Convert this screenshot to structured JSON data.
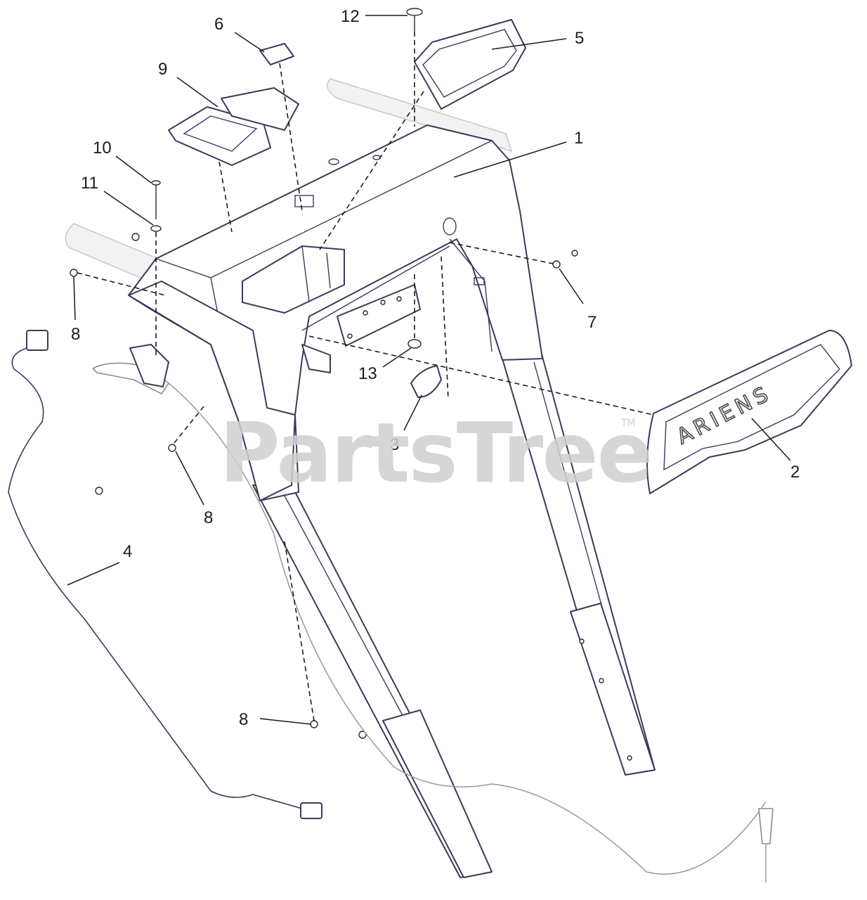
{
  "watermark": {
    "text": "PartsTree",
    "trademark": "TM"
  },
  "brand_decal_text": "ARIENS",
  "callouts": [
    {
      "id": "c12",
      "label": "12"
    },
    {
      "id": "c6",
      "label": "6"
    },
    {
      "id": "c5",
      "label": "5"
    },
    {
      "id": "c9",
      "label": "9"
    },
    {
      "id": "c1",
      "label": "1"
    },
    {
      "id": "c10",
      "label": "10"
    },
    {
      "id": "c11",
      "label": "11"
    },
    {
      "id": "c8a",
      "label": "8"
    },
    {
      "id": "c7",
      "label": "7"
    },
    {
      "id": "c13",
      "label": "13"
    },
    {
      "id": "c3",
      "label": "3"
    },
    {
      "id": "c2",
      "label": "2"
    },
    {
      "id": "c8b",
      "label": "8"
    },
    {
      "id": "c4",
      "label": "4"
    },
    {
      "id": "c8c",
      "label": "8"
    }
  ],
  "colors": {
    "outline": "#3a3a5a",
    "watermark": "#cfcfcf",
    "text": "#1b1b1b"
  }
}
